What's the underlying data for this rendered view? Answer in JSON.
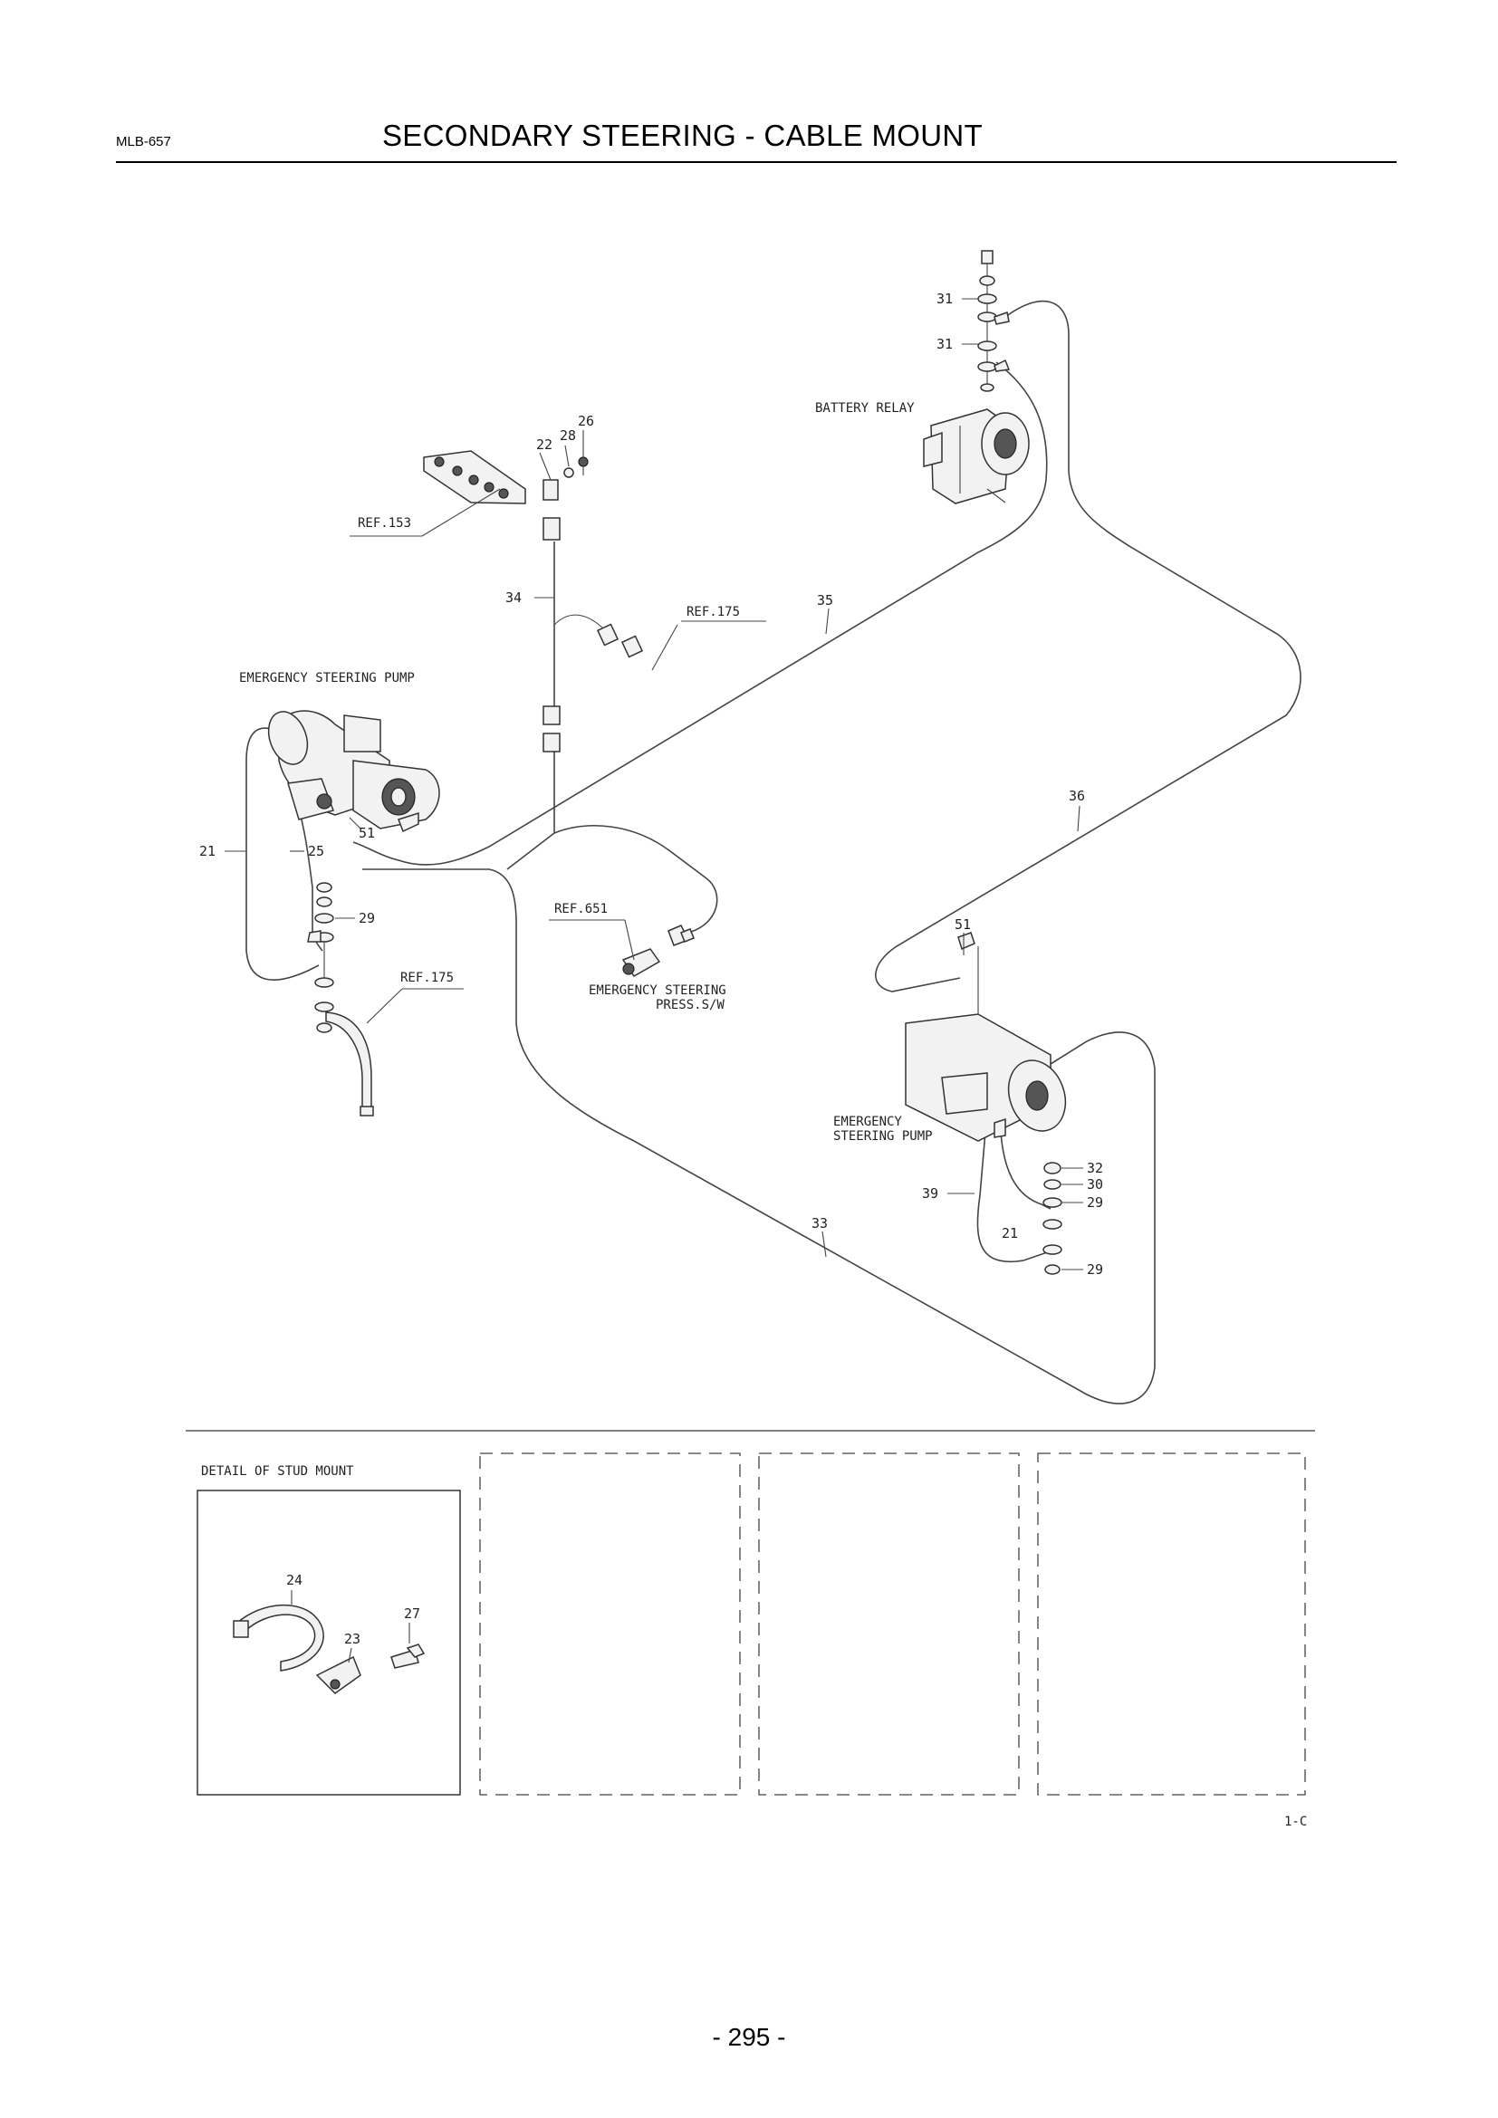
{
  "header": {
    "doc_code": "MLB-657",
    "title": "SECONDARY STEERING - CABLE MOUNT"
  },
  "labels": {
    "battery_relay": "BATTERY RELAY",
    "ref_153": "REF.153",
    "ref_175_top": "REF.175",
    "ref_651": "REF.651",
    "ref_175_bottom": "REF.175",
    "emergency_steering_pump_left": "EMERGENCY STEERING PUMP",
    "emergency_steering_press_sw": [
      "EMERGENCY STEERING",
      "PRESS.S/W"
    ],
    "emergency_steering_pump_right": [
      "EMERGENCY",
      "STEERING PUMP"
    ],
    "detail_stud_mount": "DETAIL OF STUD MOUNT",
    "revision": "1-C"
  },
  "callouts": {
    "c31a": "31",
    "c31b": "31",
    "c26": "26",
    "c28": "28",
    "c22": "22",
    "c34": "34",
    "c35": "35",
    "c36": "36",
    "c51a": "51",
    "c51b": "51",
    "c21a": "21",
    "c25": "25",
    "c29a": "29",
    "c33": "33",
    "c39": "39",
    "c21b": "21",
    "c32": "32",
    "c30": "30",
    "c29b": "29",
    "c29c": "29",
    "c24": "24",
    "c27": "27",
    "c23": "23"
  },
  "footer": {
    "page_number": "- 295 -"
  }
}
